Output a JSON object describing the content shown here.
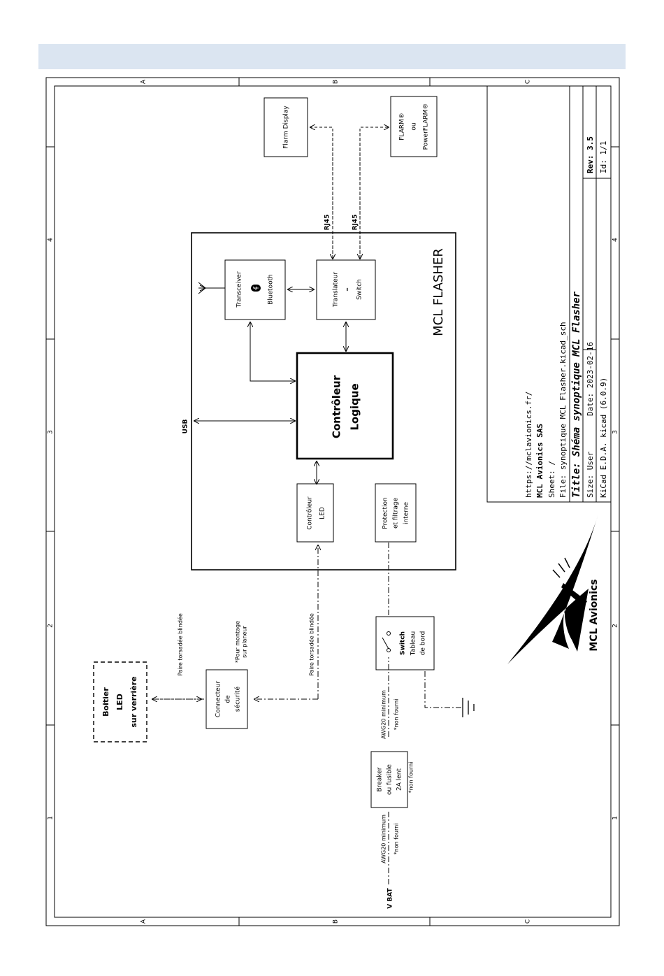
{
  "frame": {
    "rows_top": [
      "A",
      "B",
      "C"
    ],
    "rows_bottom": [
      "A",
      "B",
      "C"
    ],
    "cols_left": [
      "4",
      "3",
      "2",
      "1"
    ],
    "cols_right": [
      "4",
      "3",
      "2",
      "1"
    ]
  },
  "title_block": {
    "url": "https://mclavionics.fr/",
    "company": "MCL Avionics SAS",
    "sheet": "Sheet: /",
    "file": "File: synoptique MCL Flasher.kicad_sch",
    "title": "Title: Shéma synoptique MCL Flasher",
    "size": "Size: User",
    "date": "Date: 2023-02-16",
    "kicad": "KiCad E.D.A.  kicad (6.0.9)",
    "rev": "Rev: 3.5",
    "id": "Id: 1/1"
  },
  "diagram": {
    "mcl_flasher_label": "MCL FLASHER",
    "flarm_display": "Flarm Display",
    "flarm": [
      "FLARM®",
      "ou",
      "PowerFLARM®"
    ],
    "rj45": "RJ45",
    "transceiver": [
      "Transceiver",
      "Bluetooth"
    ],
    "translator": [
      "Translateur",
      "–",
      "Switch"
    ],
    "controleur_logique": [
      "Contrôleur",
      "Logique"
    ],
    "usb": "USB",
    "controleur_led": [
      "Contrôleur",
      "LED"
    ],
    "protection": [
      "Protection",
      "et filtrage",
      "interne"
    ],
    "boitier": [
      "Boitier",
      "LED",
      "sur verrière"
    ],
    "connecteur": [
      "Connecteur",
      "de",
      "sécurité"
    ],
    "pour_montage": [
      "*Pour montage",
      "sur planeur"
    ],
    "paire1": "Paire torsadée blindée",
    "paire2": "Paire torsadée blindée",
    "switch": [
      "Switch",
      "Tableau",
      "de bord"
    ],
    "awg_a": [
      "AWG20 minimum",
      "*non fourni"
    ],
    "awg_b": [
      "AWG20 minimum",
      "*non fourni"
    ],
    "breaker": [
      "Breaker",
      "ou fusible",
      "2A lent"
    ],
    "non_fourni": "*non fourni",
    "vbat": "V BAT"
  },
  "logo": {
    "brand": "MCL Avionics"
  }
}
